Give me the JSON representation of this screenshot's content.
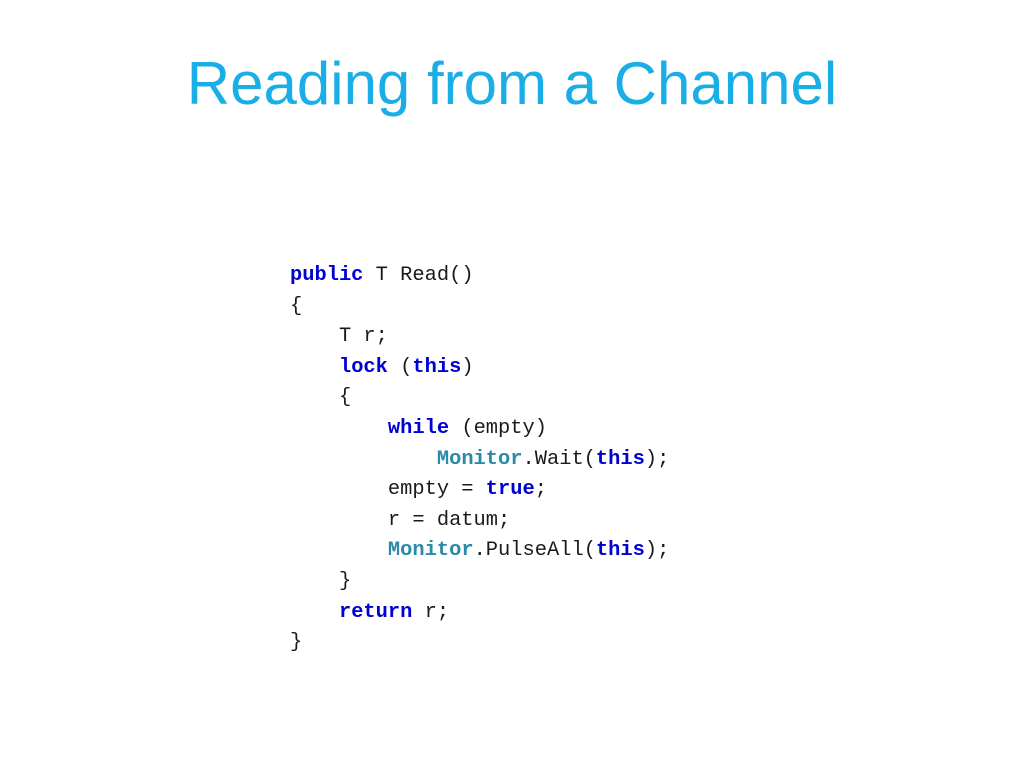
{
  "slide": {
    "title": "Reading from a Channel"
  },
  "code": {
    "lines": [
      [
        {
          "t": "public",
          "k": "kw"
        },
        {
          "t": " T Read()",
          "k": "p"
        }
      ],
      [
        {
          "t": "{",
          "k": "p"
        }
      ],
      [
        {
          "t": "    T r;",
          "k": "p"
        }
      ],
      [
        {
          "t": "    ",
          "k": "p"
        },
        {
          "t": "lock",
          "k": "kw"
        },
        {
          "t": " (",
          "k": "p"
        },
        {
          "t": "this",
          "k": "kw"
        },
        {
          "t": ")",
          "k": "p"
        }
      ],
      [
        {
          "t": "    {",
          "k": "p"
        }
      ],
      [
        {
          "t": "        ",
          "k": "p"
        },
        {
          "t": "while",
          "k": "kw"
        },
        {
          "t": " (empty)",
          "k": "p"
        }
      ],
      [
        {
          "t": "            ",
          "k": "p"
        },
        {
          "t": "Monitor",
          "k": "cls"
        },
        {
          "t": ".Wait(",
          "k": "p"
        },
        {
          "t": "this",
          "k": "kw"
        },
        {
          "t": ");",
          "k": "p"
        }
      ],
      [
        {
          "t": "        empty = ",
          "k": "p"
        },
        {
          "t": "true",
          "k": "kw"
        },
        {
          "t": ";",
          "k": "p"
        }
      ],
      [
        {
          "t": "        r = datum;",
          "k": "p"
        }
      ],
      [
        {
          "t": "        ",
          "k": "p"
        },
        {
          "t": "Monitor",
          "k": "cls"
        },
        {
          "t": ".PulseAll(",
          "k": "p"
        },
        {
          "t": "this",
          "k": "kw"
        },
        {
          "t": ");",
          "k": "p"
        }
      ],
      [
        {
          "t": "    }",
          "k": "p"
        }
      ],
      [
        {
          "t": "    ",
          "k": "p"
        },
        {
          "t": "return",
          "k": "kw"
        },
        {
          "t": " r;",
          "k": "p"
        }
      ],
      [
        {
          "t": "}",
          "k": "p"
        }
      ]
    ]
  },
  "colors": {
    "title": "#1aaee6",
    "keyword": "#0000d4",
    "class": "#2a8aa8",
    "plain": "#1a1a1a"
  }
}
